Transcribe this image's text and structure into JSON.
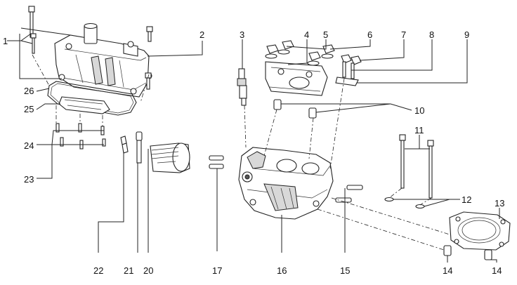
{
  "diagram": {
    "callouts": [
      {
        "id": "c1",
        "text": "1"
      },
      {
        "id": "c2",
        "text": "2"
      },
      {
        "id": "c3",
        "text": "3"
      },
      {
        "id": "c4",
        "text": "4"
      },
      {
        "id": "c5",
        "text": "5"
      },
      {
        "id": "c6",
        "text": "6"
      },
      {
        "id": "c7",
        "text": "7"
      },
      {
        "id": "c8",
        "text": "8"
      },
      {
        "id": "c9",
        "text": "9"
      },
      {
        "id": "c10",
        "text": "10"
      },
      {
        "id": "c11",
        "text": "11"
      },
      {
        "id": "c12",
        "text": "12"
      },
      {
        "id": "c13",
        "text": "13"
      },
      {
        "id": "c14a",
        "text": "14"
      },
      {
        "id": "c14b",
        "text": "14"
      },
      {
        "id": "c15",
        "text": "15"
      },
      {
        "id": "c16",
        "text": "16"
      },
      {
        "id": "c17",
        "text": "17"
      },
      {
        "id": "c20",
        "text": "20"
      },
      {
        "id": "c21",
        "text": "21"
      },
      {
        "id": "c22",
        "text": "22"
      },
      {
        "id": "c23",
        "text": "23"
      },
      {
        "id": "c24",
        "text": "24"
      },
      {
        "id": "c25",
        "text": "25"
      },
      {
        "id": "c26",
        "text": "26"
      }
    ]
  }
}
